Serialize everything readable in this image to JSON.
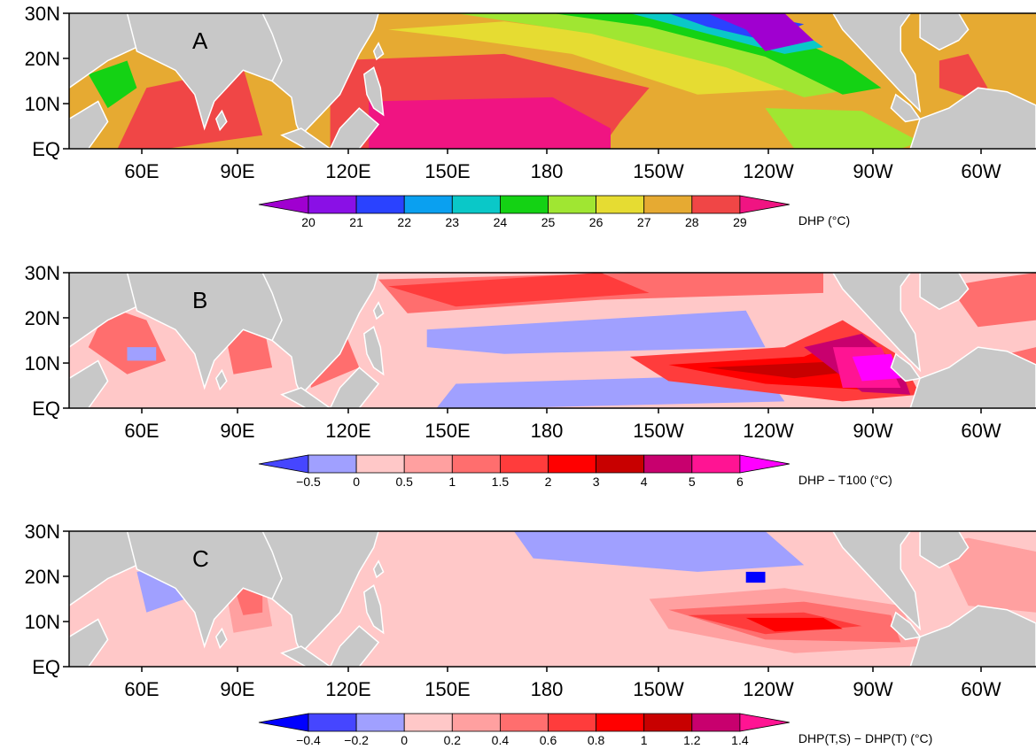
{
  "colors": {
    "land": "#c8c8c8",
    "coast": "#ffffff",
    "frame": "#000000"
  },
  "lat_ticks": [
    "30N",
    "20N",
    "10N",
    "EQ"
  ],
  "lon_ticks": [
    "60E",
    "90E",
    "120E",
    "150E",
    "180",
    "150W",
    "120W",
    "90W",
    "60W"
  ],
  "panels": [
    {
      "letter": "A",
      "cb_title": "DHP (°C)",
      "cb_labels": [
        "20",
        "21",
        "22",
        "23",
        "24",
        "25",
        "26",
        "27",
        "28",
        "29"
      ],
      "cb_colors": [
        "#a000d0",
        "#8a10e6",
        "#2a42ff",
        "#0aa0f0",
        "#0ac8c8",
        "#14d214",
        "#a0e632",
        "#e6dc32",
        "#e6aa32",
        "#f04646",
        "#f01482"
      ]
    },
    {
      "letter": "B",
      "cb_title": "DHP − T100 (°C)",
      "cb_labels": [
        "−0.5",
        "0",
        "0.5",
        "1",
        "1.5",
        "2",
        "3",
        "4",
        "5",
        "6"
      ],
      "cb_colors": [
        "#4646ff",
        "#a0a0ff",
        "#ffc8c8",
        "#ffa0a0",
        "#ff6e6e",
        "#ff3c3c",
        "#ff0000",
        "#c80000",
        "#c8006e",
        "#ff1493",
        "#ff00ff"
      ]
    },
    {
      "letter": "C",
      "cb_title": "DHP(T,S) − DHP(T) (°C)",
      "cb_labels": [
        "−0.4",
        "−0.2",
        "0",
        "0.2",
        "0.4",
        "0.6",
        "0.8",
        "1",
        "1.2",
        "1.4"
      ],
      "cb_colors": [
        "#0000ff",
        "#4646ff",
        "#a0a0ff",
        "#ffc8c8",
        "#ffa0a0",
        "#ff6e6e",
        "#ff3c3c",
        "#ff0000",
        "#c80000",
        "#c8006e",
        "#ff1493"
      ]
    }
  ]
}
